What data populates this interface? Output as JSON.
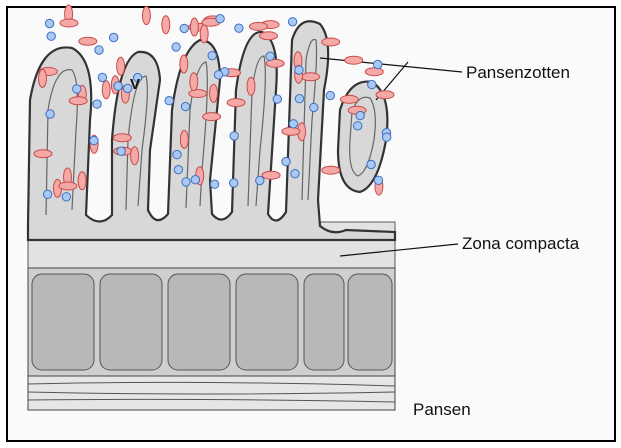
{
  "labels": {
    "pansenzotten": "Pansenzotten",
    "zona_compacta": "Zona compacta",
    "pansen": "Pansen",
    "marker_v": "V"
  },
  "colors": {
    "frame": "#000000",
    "tissue_fill": "#d9d9d9",
    "tissue_line": "#444444",
    "epithelium": "#333333",
    "muscle_fill": "#bdbdbd",
    "red_particle_fill": "#f4a9a6",
    "red_particle_stroke": "#c94a4a",
    "blue_particle_fill": "#a9c8f2",
    "blue_particle_stroke": "#3d6fc4"
  },
  "particle_counts": {
    "red": 55,
    "blue": 50
  }
}
